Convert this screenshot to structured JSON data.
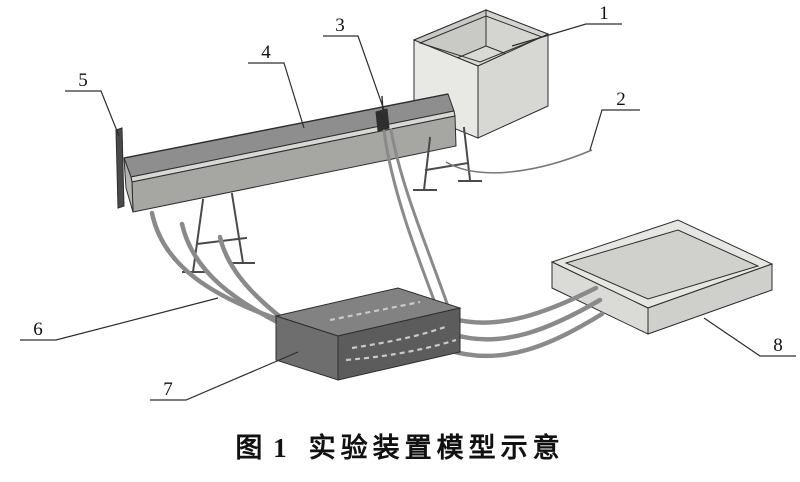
{
  "figure": {
    "labels": {
      "l1": "1",
      "l2": "2",
      "l3": "3",
      "l4": "4",
      "l5": "5",
      "l6": "6",
      "l7": "7",
      "l8": "8"
    }
  },
  "caption": {
    "prefix": "图 1",
    "title": "实验装置模型示意"
  },
  "colors": {
    "line": "#2e2e2e",
    "tube": "#8a8a8a",
    "boxdark": "#5c5c5c",
    "surface": "#e6e6e2"
  }
}
